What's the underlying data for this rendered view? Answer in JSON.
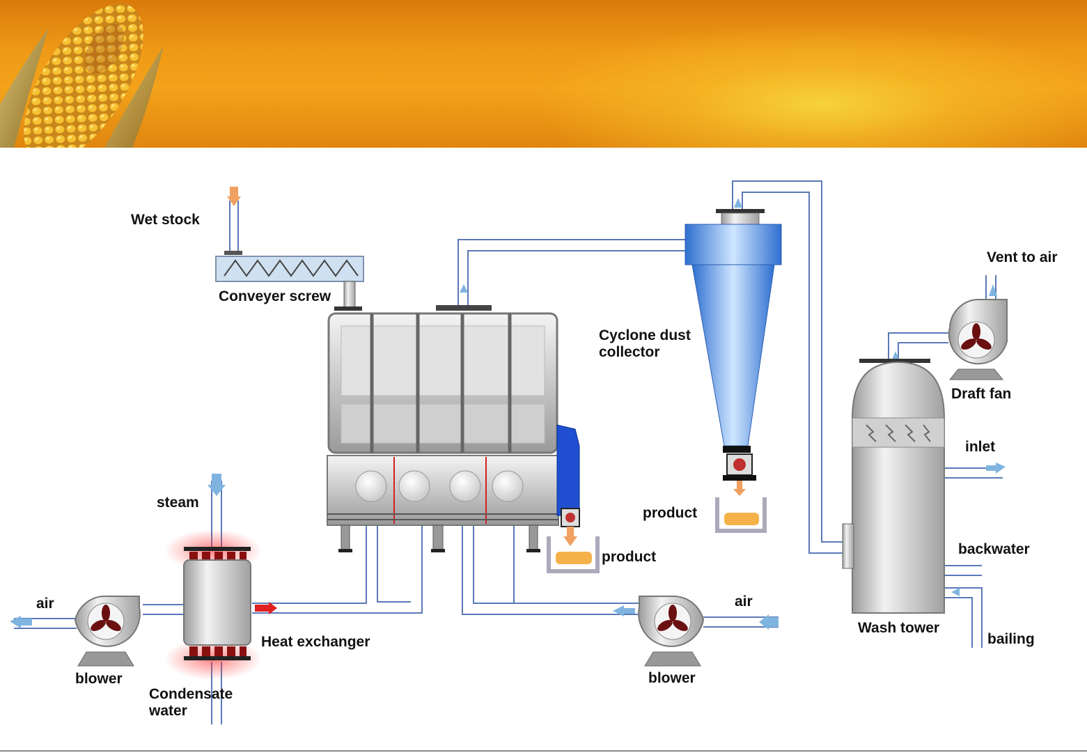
{
  "diagram": {
    "labels": {
      "wet_stock": "Wet stock",
      "conveyer_screw": "Conveyer screw",
      "cyclone": "Cyclone dust\ncollector",
      "vent": "Vent to air",
      "draft_fan": "Draft fan",
      "inlet": "inlet",
      "backwater": "backwater",
      "bailing": "bailing",
      "wash_tower": "Wash tower",
      "steam": "steam",
      "product_dryer": "product",
      "product_cyclone": "product",
      "air_left": "air",
      "air_right": "air",
      "blower_left": "blower",
      "blower_right": "blower",
      "heat_exchanger": "Heat exchanger",
      "condensate": "Condensate\nwater"
    },
    "colors": {
      "pipe": "#5a78b8",
      "air_arrow": "#7fb4e0",
      "feed_arrow": "#f0a060",
      "hot_arrow": "#e02020",
      "cyclone": "#3f88e0",
      "product": "#f5b24a"
    }
  }
}
